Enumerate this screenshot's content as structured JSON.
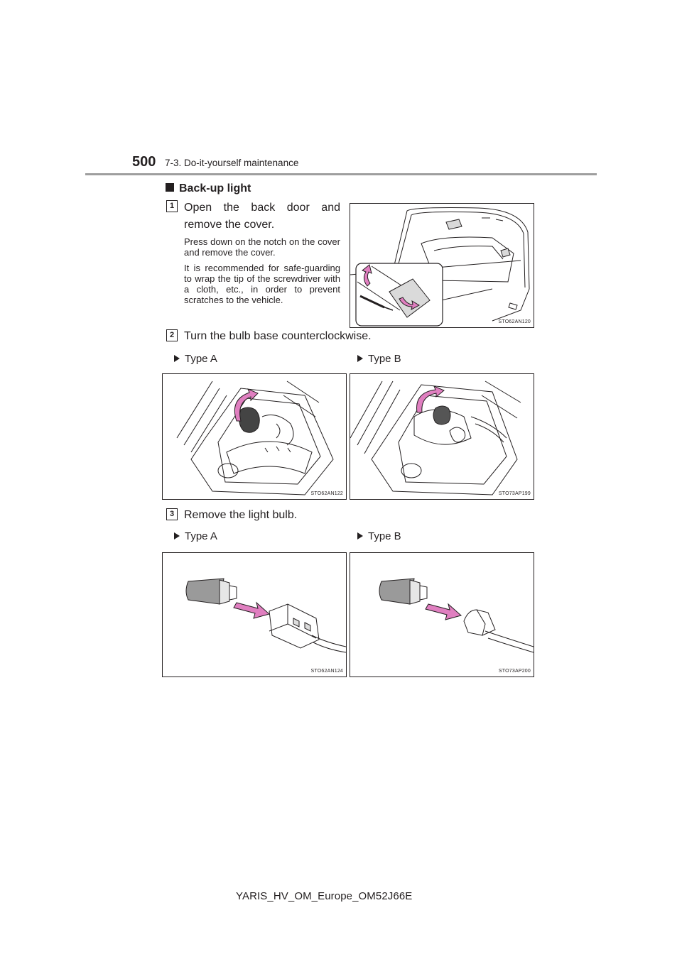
{
  "header": {
    "page_number": "500",
    "section": "7-3. Do-it-yourself maintenance"
  },
  "subheading": "Back-up light",
  "steps": [
    {
      "number": "1",
      "text": "Open the back door and remove the cover.",
      "notes": [
        "Press down on the notch on the cover and remove the cover.",
        "It is recommended for safe-guarding to wrap the tip of the screwdriver with a cloth, etc., in order to prevent scratches to the vehicle."
      ],
      "figure_code": "STO62AN120"
    },
    {
      "number": "2",
      "text": "Turn the bulb base counterclockwise.",
      "types": [
        {
          "label": "Type A",
          "figure_code": "STO62AN122"
        },
        {
          "label": "Type B",
          "figure_code": "STO73AP199"
        }
      ]
    },
    {
      "number": "3",
      "text": "Remove the light bulb.",
      "types": [
        {
          "label": "Type A",
          "figure_code": "STO62AN124"
        },
        {
          "label": "Type B",
          "figure_code": "STO73AP200"
        }
      ]
    }
  ],
  "footer": "YARIS_HV_OM_Europe_OM52J66E",
  "colors": {
    "arrow": "#e07fc0",
    "arrow_outline": "#231f20",
    "rule": "#9e9e9e"
  }
}
